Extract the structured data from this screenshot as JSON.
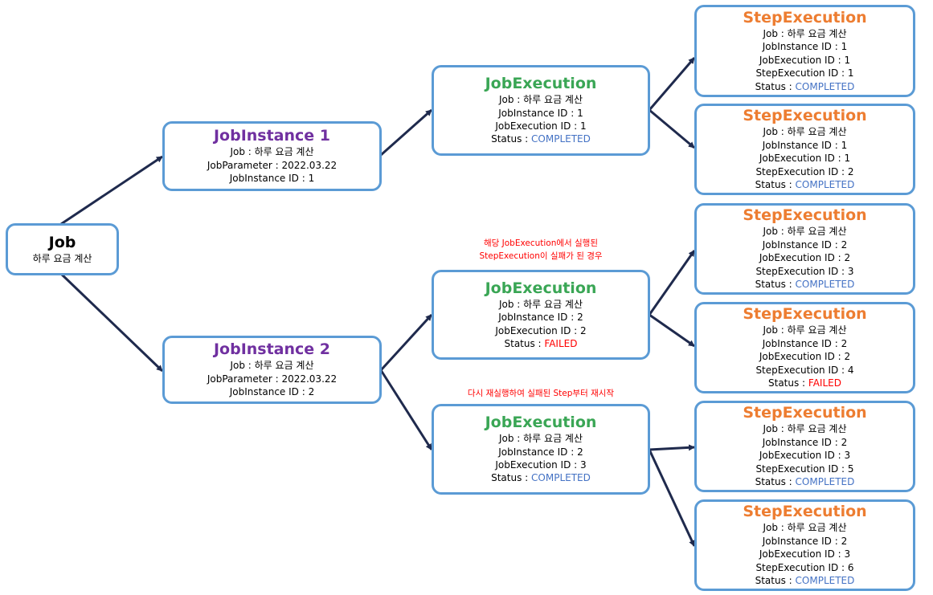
{
  "colors": {
    "border": "#5b9bd5",
    "arrow": "#1f2a4d",
    "job_title": "#000000",
    "job_instance_title": "#7030a0",
    "job_execution_title": "#3aa655",
    "step_execution_title": "#ed7d31",
    "completed": "#4472c4",
    "failed": "#ff0000"
  },
  "job": {
    "title": "Job",
    "name": "하루 요금 계산"
  },
  "job_instances": [
    {
      "title": "JobInstance 1",
      "job": "Job : 하루 요금 계산",
      "parameter": "JobParameter : 2022.03.22",
      "instance_id": "JobInstance ID : 1"
    },
    {
      "title": "JobInstance 2",
      "job": "Job : 하루 요금 계산",
      "parameter": "JobParameter : 2022.03.22",
      "instance_id": "JobInstance ID : 2"
    }
  ],
  "job_executions": [
    {
      "title": "JobExecution",
      "job": "Job : 하루 요금 계산",
      "instance_id": "JobInstance ID : 1",
      "execution_id": "JobExecution ID : 1",
      "status_label": "Status : ",
      "status_value": "COMPLETED"
    },
    {
      "title": "JobExecution",
      "job": "Job : 하루 요금 계산",
      "instance_id": "JobInstance ID : 2",
      "execution_id": "JobExecution ID : 2",
      "status_label": "Status : ",
      "status_value": "FAILED"
    },
    {
      "title": "JobExecution",
      "job": "Job : 하루 요금 계산",
      "instance_id": "JobInstance ID : 2",
      "execution_id": "JobExecution ID : 3",
      "status_label": "Status : ",
      "status_value": "COMPLETED"
    }
  ],
  "step_executions": [
    {
      "title": "StepExecution",
      "job": "Job : 하루 요금 계산",
      "instance_id": "JobInstance ID : 1",
      "execution_id": "JobExecution ID : 1",
      "step_id": "StepExecution ID : 1",
      "status_label": "Status : ",
      "status_value": "COMPLETED"
    },
    {
      "title": "StepExecution",
      "job": "Job : 하루 요금 계산",
      "instance_id": "JobInstance ID : 1",
      "execution_id": "JobExecution ID : 1",
      "step_id": "StepExecution ID : 2",
      "status_label": "Status : ",
      "status_value": "COMPLETED"
    },
    {
      "title": "StepExecution",
      "job": "Job : 하루 요금 계산",
      "instance_id": "JobInstance ID : 2",
      "execution_id": "JobExecution ID : 2",
      "step_id": "StepExecution ID : 3",
      "status_label": "Status : ",
      "status_value": "COMPLETED"
    },
    {
      "title": "StepExecution",
      "job": "Job : 하루 요금 계산",
      "instance_id": "JobInstance ID : 2",
      "execution_id": "JobExecution ID : 2",
      "step_id": "StepExecution ID : 4",
      "status_label": "Status : ",
      "status_value": "FAILED"
    },
    {
      "title": "StepExecution",
      "job": "Job : 하루 요금 계산",
      "instance_id": "JobInstance ID : 2",
      "execution_id": "JobExecution ID : 3",
      "step_id": "StepExecution ID : 5",
      "status_label": "Status : ",
      "status_value": "COMPLETED"
    },
    {
      "title": "StepExecution",
      "job": "Job : 하루 요금 계산",
      "instance_id": "JobInstance ID : 2",
      "execution_id": "JobExecution ID : 3",
      "step_id": "StepExecution ID : 6",
      "status_label": "Status : ",
      "status_value": "COMPLETED"
    }
  ],
  "notes": {
    "failed_line1": "해당 JobExecution에서 실행된",
    "failed_line2": "StepExecution이 실패가 된 경우",
    "restart": "다시 재실행하여 실패된 Step부터 재시작"
  }
}
